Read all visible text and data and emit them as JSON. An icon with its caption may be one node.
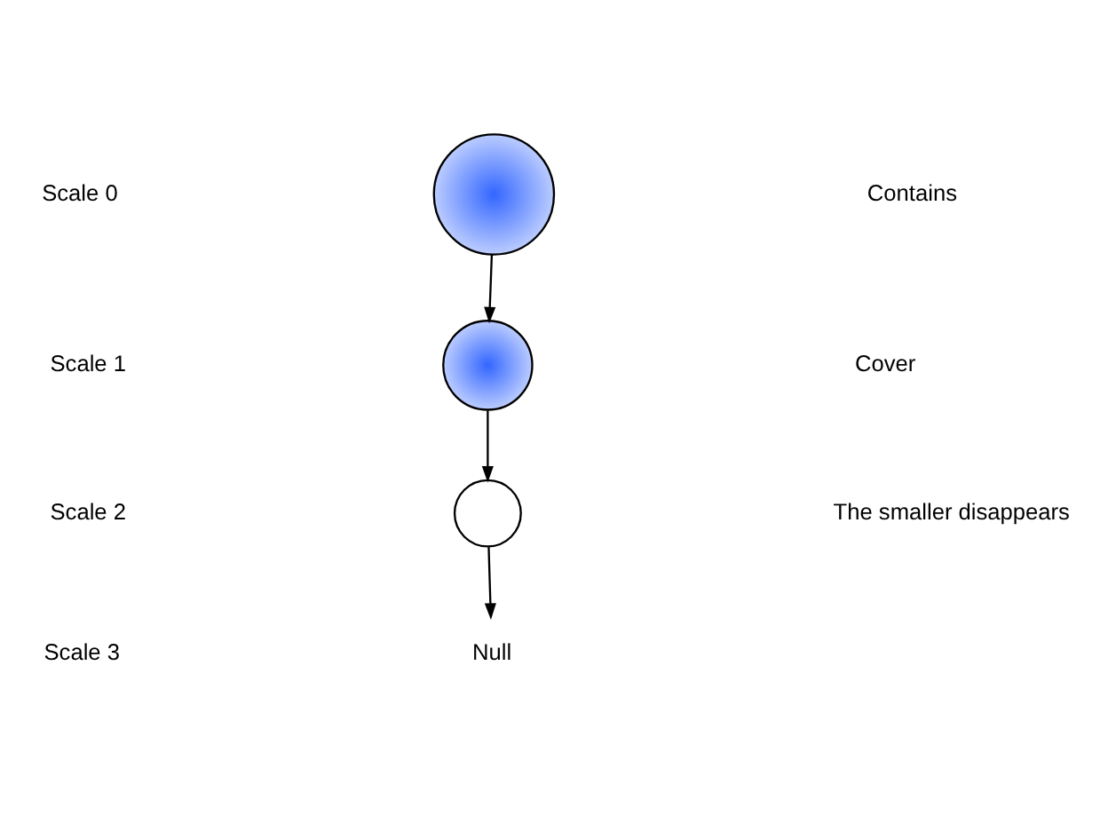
{
  "diagram": {
    "nodes": [
      {
        "text": [],
        "shape": "circle"
      },
      {
        "text": [],
        "shape": "circle"
      },
      {
        "text": [],
        "shape": "circle"
      },
      {
        "text": [
          "Null"
        ]
      }
    ],
    "edges": [
      {
        "from": 0,
        "to": 1,
        "arrow": "to"
      },
      {
        "from": 1,
        "to": 2,
        "arrow": "to"
      },
      {
        "from": 2,
        "to": 3,
        "arrow": "to"
      }
    ],
    "labels": [
      "Scale 0",
      "Contains",
      "Scale 1",
      "Cover",
      "Scale 2",
      "The smaller disappears",
      "Scale 3"
    ]
  }
}
